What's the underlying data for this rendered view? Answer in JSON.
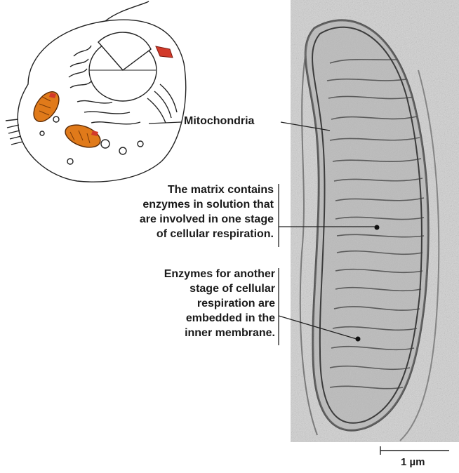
{
  "labels": {
    "mitochondria": "Mitochondria",
    "matrix": "The matrix contains\nenzymes in solution that\nare involved in one stage\nof cellular  respiration.",
    "inner_membrane": "Enzymes for another\nstage of cellular\nrespiration are\nembedded in the\ninner membrane.",
    "scale_bar": "1 µm"
  },
  "colors": {
    "mitochondrion_fill": "#e07a1a",
    "mitochondrion_inner": "#c85a12",
    "highlight_red": "#d23a2a",
    "micrograph_bg": "#cfcfcf",
    "ink": "#222222"
  }
}
